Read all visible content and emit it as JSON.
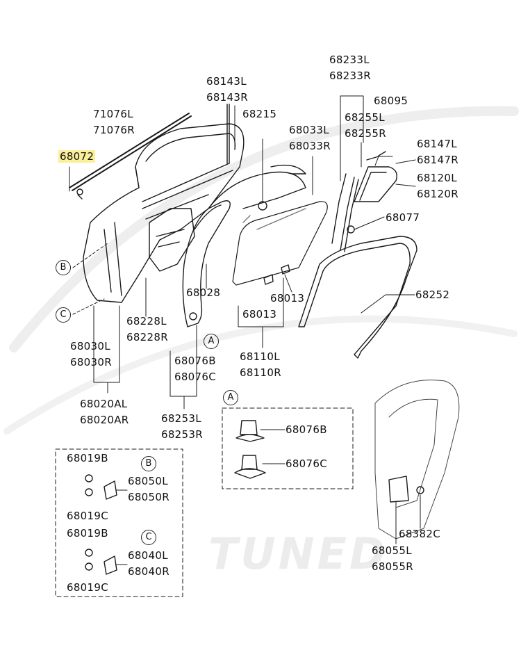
{
  "highlight_color": "#fbf09a",
  "watermark": "TUNED",
  "callouts": {
    "c68233": [
      "68233L",
      "68233R"
    ],
    "c68143": [
      "68143L",
      "68143R"
    ],
    "c71076": [
      "71076L",
      "71076R"
    ],
    "c68072": [
      "68072"
    ],
    "c68215": [
      "68215"
    ],
    "c68033": [
      "68033L",
      "68033R"
    ],
    "c68095": [
      "68095"
    ],
    "c68255": [
      "68255L",
      "68255R"
    ],
    "c68147": [
      "68147L",
      "68147R"
    ],
    "c68120": [
      "68120L",
      "68120R"
    ],
    "c68077": [
      "68077"
    ],
    "c68252": [
      "68252"
    ],
    "c68028": [
      "68028"
    ],
    "c68013a": [
      "68013"
    ],
    "c68013b": [
      "68013"
    ],
    "c68228": [
      "68228L",
      "68228R"
    ],
    "c68110": [
      "68110L",
      "68110R"
    ],
    "c68030": [
      "68030L",
      "68030R"
    ],
    "c68076t": [
      "68076B",
      "68076C"
    ],
    "c68020": [
      "68020AL",
      "68020AR"
    ],
    "c68253": [
      "68253L",
      "68253R"
    ],
    "c68076b": [
      "68076B"
    ],
    "c68076c": [
      "68076C"
    ],
    "c68019b1": [
      "68019B"
    ],
    "c68050": [
      "68050L",
      "68050R"
    ],
    "c68019c1": [
      "68019C"
    ],
    "c68019b2": [
      "68019B"
    ],
    "c68040": [
      "68040L",
      "68040R"
    ],
    "c68019c2": [
      "68019C"
    ],
    "c68382": [
      "68382C"
    ],
    "c68055": [
      "68055L",
      "68055R"
    ]
  },
  "markers": {
    "b_main": "B",
    "c_main": "C",
    "a_main": "A",
    "a_detail": "A",
    "b_detail": "B",
    "c_detail": "C"
  }
}
